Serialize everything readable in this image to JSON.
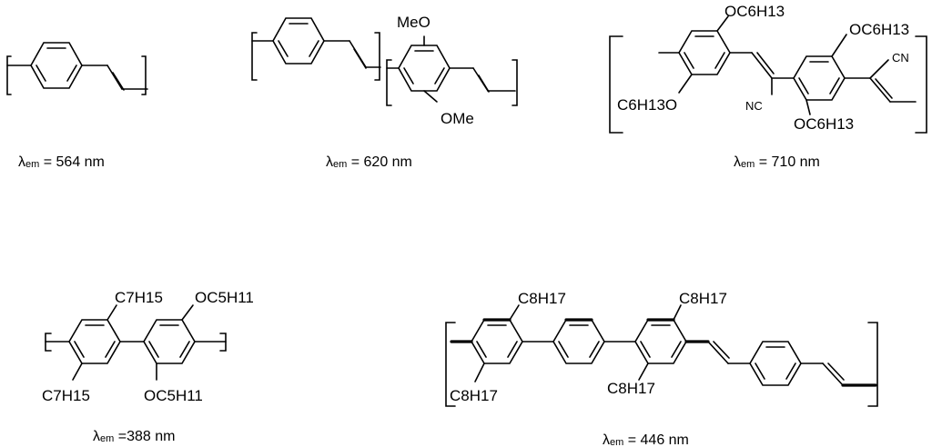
{
  "structures": [
    {
      "emission_label": "λem = 564 nm",
      "lambda": "λ",
      "sub": "em",
      "value": " = 564 nm"
    },
    {
      "emission_label": "λem = 620 nm",
      "lambda": "λ",
      "sub": "em",
      "value": " = 620 nm",
      "substituents": [
        "MeO",
        "OMe"
      ]
    },
    {
      "emission_label": "λem = 710 nm",
      "lambda": "λ",
      "sub": "em",
      "value": " = 710 nm",
      "substituents": [
        "OC6H13",
        "OC6H13",
        "C6H13O",
        "OC6H13",
        "NC",
        "CN"
      ]
    },
    {
      "emission_label": "λem =388 nm",
      "lambda": "λ",
      "sub": "em",
      "value": " =388 nm",
      "substituents": [
        "C7H15",
        "OC5H11",
        "C7H15",
        "OC5H11"
      ]
    },
    {
      "emission_label": "λem = 446 nm",
      "lambda": "λ",
      "sub": "em",
      "value": " = 446 nm",
      "substituents": [
        "C8H17",
        "C8H17",
        "C8H17",
        "C8H17"
      ]
    }
  ]
}
